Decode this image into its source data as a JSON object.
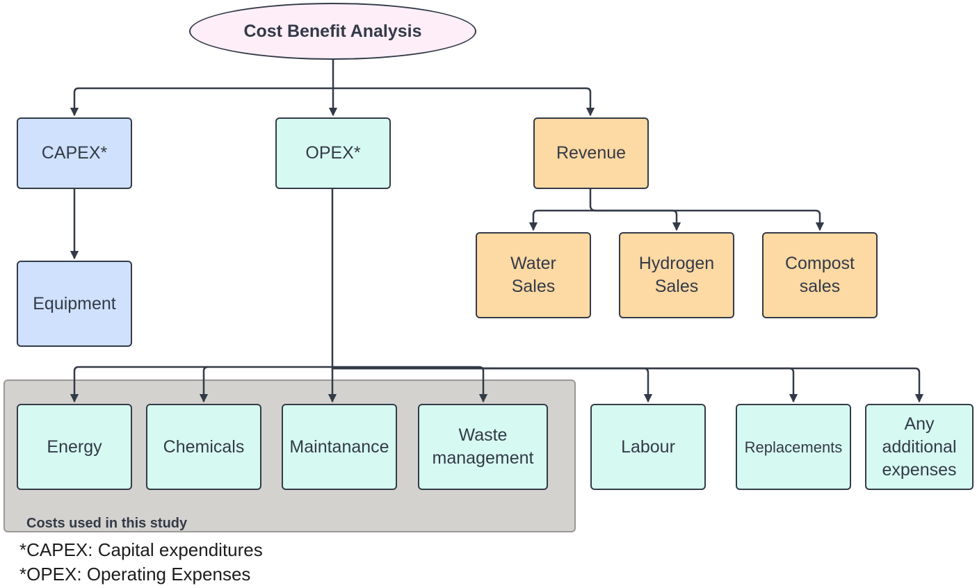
{
  "title": "Cost Benefit Analysis",
  "nodes": {
    "capex": "CAPEX*",
    "opex": "OPEX*",
    "revenue": "Revenue",
    "equipment": "Equipment",
    "water_sales": [
      "Water",
      "Sales"
    ],
    "hydrogen_sales": [
      "Hydrogen",
      "Sales"
    ],
    "compost_sales": [
      "Compost",
      "sales"
    ],
    "energy": "Energy",
    "chemicals": "Chemicals",
    "maintanance": "Maintanance",
    "waste_management": [
      "Waste",
      "management"
    ],
    "labour": "Labour",
    "replacements": "Replacements",
    "additional_expenses": [
      "Any",
      "additional",
      "expenses"
    ]
  },
  "group_label": "Costs used in this study",
  "footnotes": [
    "*CAPEX: Capital expenditures",
    "*OPEX: Operating Expenses"
  ],
  "colors": {
    "root_fill": "#fdeef8",
    "capex_fill": "#cfe1fc",
    "opex_fill": "#d6faf1",
    "revenue_fill": "#fdd9a3",
    "group_fill": "#d4d2cf",
    "line": "#333a47"
  }
}
